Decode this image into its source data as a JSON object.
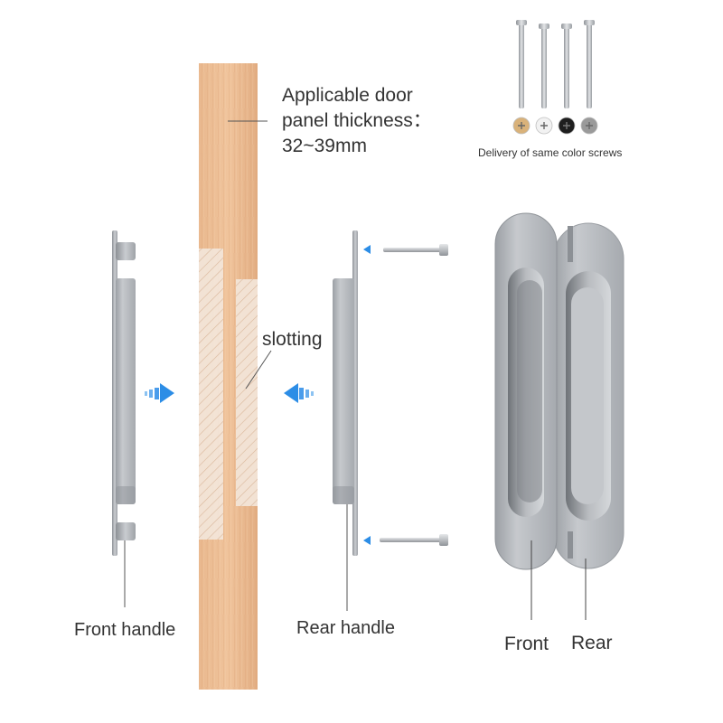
{
  "door": {
    "thickness_label": [
      "Applicable door",
      "panel thickness：",
      "32~39mm"
    ],
    "slotting_label": "slotting"
  },
  "screws": {
    "caption": "Delivery of same color screws",
    "colors": [
      "#d9b27a",
      "#f2f2f2",
      "#1e1e1e",
      "#9a9a9a"
    ]
  },
  "handles": {
    "front_handle_label": "Front handle",
    "rear_handle_label": "Rear handle",
    "front_label": "Front",
    "rear_label": "Rear"
  },
  "colors": {
    "wood": "#e6b389",
    "metal": "#a9adb2",
    "arrow": "#2c8de6"
  }
}
